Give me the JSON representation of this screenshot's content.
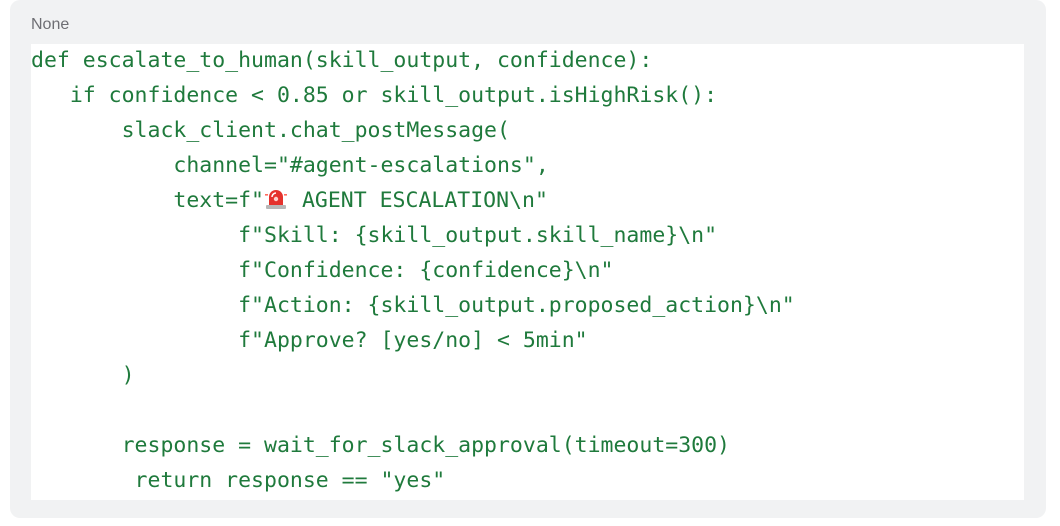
{
  "code_block": {
    "language_label": "None",
    "lines": [
      {
        "text": "def escalate_to_human(skill_output, confidence):"
      },
      {
        "text": "   if confidence < 0.85 or skill_output.isHighRisk():"
      },
      {
        "text": "       slack_client.chat_postMessage("
      },
      {
        "text": "           channel=\"#agent-escalations\","
      },
      {
        "prefix": "           text=f\"",
        "emoji": "police-car-light",
        "text": " AGENT ESCALATION\\n\""
      },
      {
        "text": "                f\"Skill: {skill_output.skill_name}\\n\""
      },
      {
        "text": "                f\"Confidence: {confidence}\\n\""
      },
      {
        "text": "                f\"Action: {skill_output.proposed_action}\\n\""
      },
      {
        "text": "                f\"Approve? [yes/no] < 5min\""
      },
      {
        "text": "       )"
      },
      {
        "text": ""
      },
      {
        "text": "       response = wait_for_slack_approval(timeout=300)"
      },
      {
        "text": "        return response == \"yes\""
      }
    ],
    "code_color": "#1f7a3c"
  }
}
